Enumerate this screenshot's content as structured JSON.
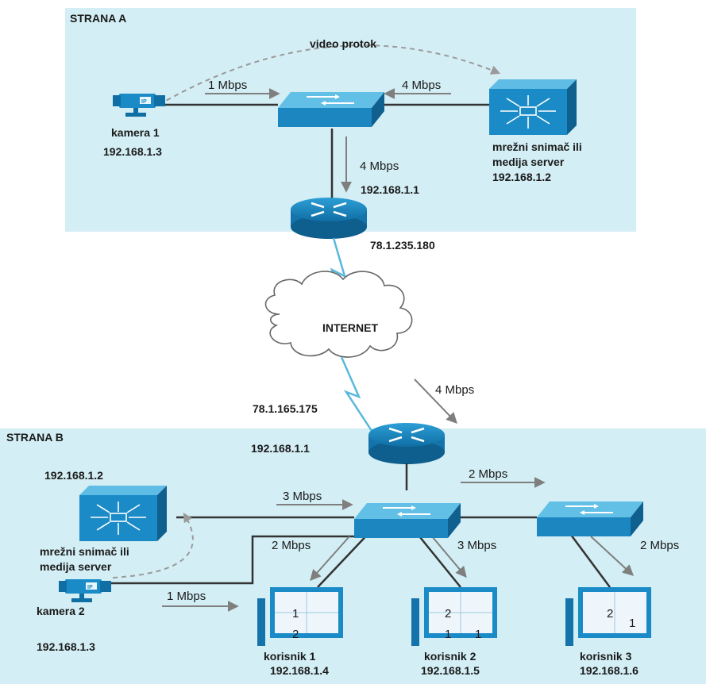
{
  "site_a": {
    "title": "STRANA A",
    "flow_label": "video protok",
    "camera": {
      "name": "kamera 1",
      "ip": "192.168.1.3"
    },
    "recorder": {
      "line1": "mrežni snimač ili",
      "line2": "medija server",
      "ip": "192.168.1.2"
    },
    "link_camera_switch": "1 Mbps",
    "link_recorder_switch": "4 Mbps",
    "link_switch_router": "4 Mbps",
    "gateway_ip": "192.168.1.1",
    "public_ip": "78.1.235.180"
  },
  "internet": {
    "label": "INTERNET"
  },
  "wan_link": "4 Mbps",
  "site_b": {
    "title": "STRANA B",
    "public_ip": "78.1.165.175",
    "gateway_ip": "192.168.1.1",
    "recorder": {
      "ip": "192.168.1.2",
      "line1": "mrežni snimač ili",
      "line2": "medija server"
    },
    "camera": {
      "name": "kamera 2",
      "ip": "192.168.1.3"
    },
    "link_recorder_switch": "3 Mbps",
    "link_switch_switch": "2 Mbps",
    "link_camera": "1 Mbps",
    "link_user1": "2 Mbps",
    "link_user2": "3 Mbps",
    "link_user3": "2 Mbps",
    "users": [
      {
        "name": "korisnik 1",
        "ip": "192.168.1.4",
        "tiles": [
          "1",
          "2"
        ]
      },
      {
        "name": "korisnik 2",
        "ip": "192.168.1.5",
        "tiles": [
          "2",
          "1",
          "1"
        ]
      },
      {
        "name": "korisnik 3",
        "ip": "192.168.1.6",
        "tiles": [
          "2",
          "1"
        ]
      }
    ]
  },
  "colors": {
    "zone_fill": "#d3eef4",
    "device_blue": "#1a8fc8",
    "device_dark": "#0d5f8f",
    "cloud_fill": "#ffffff",
    "arrow_gray": "#8a8a8a"
  },
  "icons": [
    "camera-icon",
    "switch-icon",
    "router-icon",
    "recorder-icon",
    "cloud-icon",
    "monitor-icon"
  ]
}
